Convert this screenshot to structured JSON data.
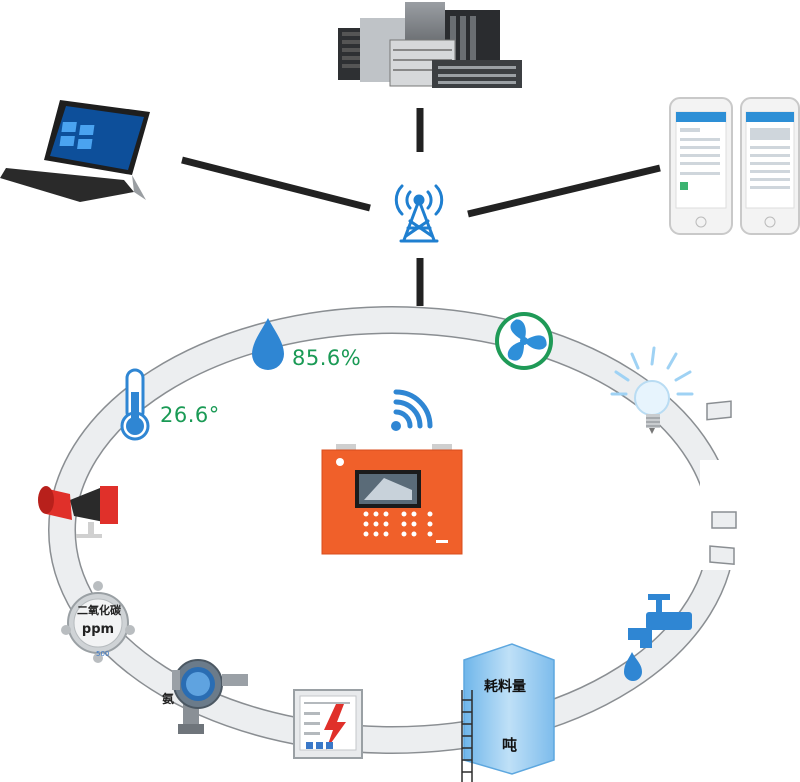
{
  "readings": {
    "humidity": "85.6%",
    "temperature": "26.6°"
  },
  "sensor_labels": {
    "co2_name": "二氧化碳",
    "co2_unit": "ppm",
    "co2_scale": "500",
    "ammonia_prefix": "氨气"
  },
  "silo": {
    "title": "耗料量",
    "unit": "吨"
  },
  "colors": {
    "reading_text": "#1a9a55",
    "accent_blue": "#1e88d8",
    "controller_orange": "#f0602a",
    "ring": "#e9ebed"
  },
  "icons": [
    "server-rack-icon",
    "laptop-icon",
    "smartphone-icon",
    "signal-tower-icon",
    "water-drop-icon",
    "fan-icon",
    "light-bulb-icon",
    "thermometer-icon",
    "wifi-icon",
    "alarm-horn-icon",
    "faucet-icon"
  ]
}
